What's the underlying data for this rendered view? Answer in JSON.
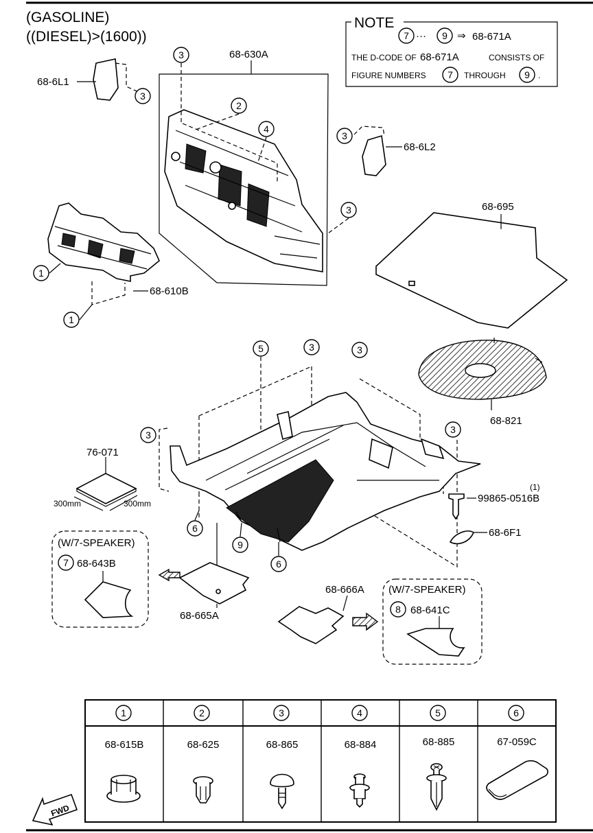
{
  "header": {
    "line1": "(GASOLINE)",
    "line2": "((DIESEL)>(1600))"
  },
  "note": {
    "title": "NOTE",
    "range_start": "7",
    "range_end": "9",
    "range_sep": "···",
    "arrow": "⇒",
    "range_target": "68-671A",
    "text_a": "THE D-CODE OF",
    "text_b": "68-671A",
    "text_c": "CONSISTS OF",
    "text_d": "FIGURE NUMBERS",
    "text_e": "THROUGH",
    "text_f": "."
  },
  "parts": {
    "p686l1": "68-6L1",
    "p68630a": "68-630A",
    "p686l2": "68-6L2",
    "p68695": "68-695",
    "p68610b": "68-610B",
    "p68821": "68-821",
    "p76071": "76-071",
    "dim_a": "300mm",
    "dim_b": "300mm",
    "p99865": "99865-0516B",
    "p99865_qty": "(1)",
    "p686f1": "68-6F1",
    "p68665a": "68-665A",
    "p68666a": "68-666A"
  },
  "speaker_left": {
    "title": "(W/7-SPEAKER)",
    "ref": "7",
    "part": "68-643B"
  },
  "speaker_right": {
    "title": "(W/7-SPEAKER)",
    "ref": "8",
    "part": "68-641C"
  },
  "callouts": [
    "3",
    "3",
    "3",
    "2",
    "4",
    "3",
    "3",
    "1",
    "1",
    "5",
    "3",
    "3",
    "3",
    "3",
    "6",
    "9",
    "6"
  ],
  "table": {
    "columns": [
      {
        "ref": "1",
        "part": "68-615B",
        "icon": "grommet-clip-icon"
      },
      {
        "ref": "2",
        "part": "68-625",
        "icon": "push-clip-icon"
      },
      {
        "ref": "3",
        "part": "68-865",
        "icon": "round-head-clip-icon"
      },
      {
        "ref": "4",
        "part": "68-884",
        "icon": "stud-clip-icon"
      },
      {
        "ref": "5",
        "part": "68-885",
        "icon": "screw-rivet-icon"
      },
      {
        "ref": "6",
        "part": "67-059C",
        "icon": "pad-icon"
      }
    ]
  },
  "fwd_label": "FWD"
}
